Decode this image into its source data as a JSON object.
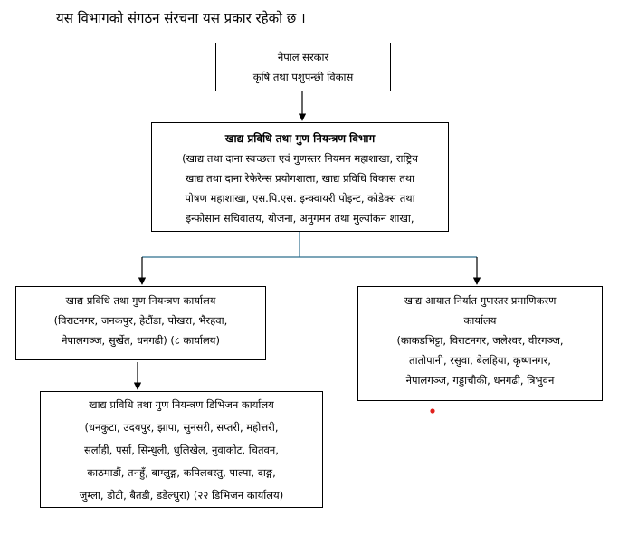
{
  "heading": "यस विभागको संगठन संरचना यस प्रकार रहेको छ ।",
  "ministry": {
    "lines": [
      "नेपाल सरकार",
      "कृषि तथा पशुपन्छी विकास"
    ]
  },
  "department": {
    "title": "खाद्य प्रविधि तथा गुण नियन्त्रण विभाग",
    "lines": [
      "(खाद्य तथा दाना स्वच्छता एवं गुणस्तर नियमन महाशाखा, राष्ट्रिय",
      "खाद्य तथा दाना रेफेरेन्स प्रयोगशाला, खाद्य प्रविधि विकास तथा",
      "पोषण महाशाखा, एस.पि.एस. इन्क्वायरी पोइन्ट, कोडेक्स तथा",
      "इन्फोसान सचिवालय, योजना, अनुगमन तथा मुल्यांकन शाखा,"
    ]
  },
  "office": {
    "lines": [
      "खाद्य प्रविधि तथा गुण नियन्त्रण कार्यालय",
      "(विराटनगर, जनकपुर, हेटौंडा, पोखरा, भैरहवा,",
      "नेपालगञ्ज, सुर्खेत, धनगढी) (८ कार्यालय)"
    ]
  },
  "import_office": {
    "lines": [
      "खाद्य आयात निर्यात गुणस्तर प्रमाणिकरण",
      "कार्यालय",
      "(काकडभिट्टा, विराटनगर, जलेश्वर, वीरगञ्ज,",
      "तातोपानी, रसुवा, बेलहिया, कृष्णनगर,",
      "नेपालगञ्ज, गड्डाचौकी, धनगढी, त्रिभुवन"
    ]
  },
  "division": {
    "lines": [
      "खाद्य प्रविधि तथा गुण नियन्त्रण डिभिजन कार्यालय",
      "(धनकुटा, उदयपुर, झापा, सुनसरी, सप्तरी, महोत्तरी,",
      "सर्लाही, पर्सा, सिन्धुली, धुलिखेल, नुवाकोट, चितवन,",
      "काठमाडौं, तनहुँ, बाग्लुङ्ग, कपिलवस्तु, पाल्पा, दाङ्ग,",
      "जुम्ला, डोटी, बैतडी, डडेल्धुरा) (२२ डिभिजन कार्यालय)"
    ]
  },
  "colors": {
    "branch_line": "#2e6f8e",
    "marker": "#e0201c"
  }
}
